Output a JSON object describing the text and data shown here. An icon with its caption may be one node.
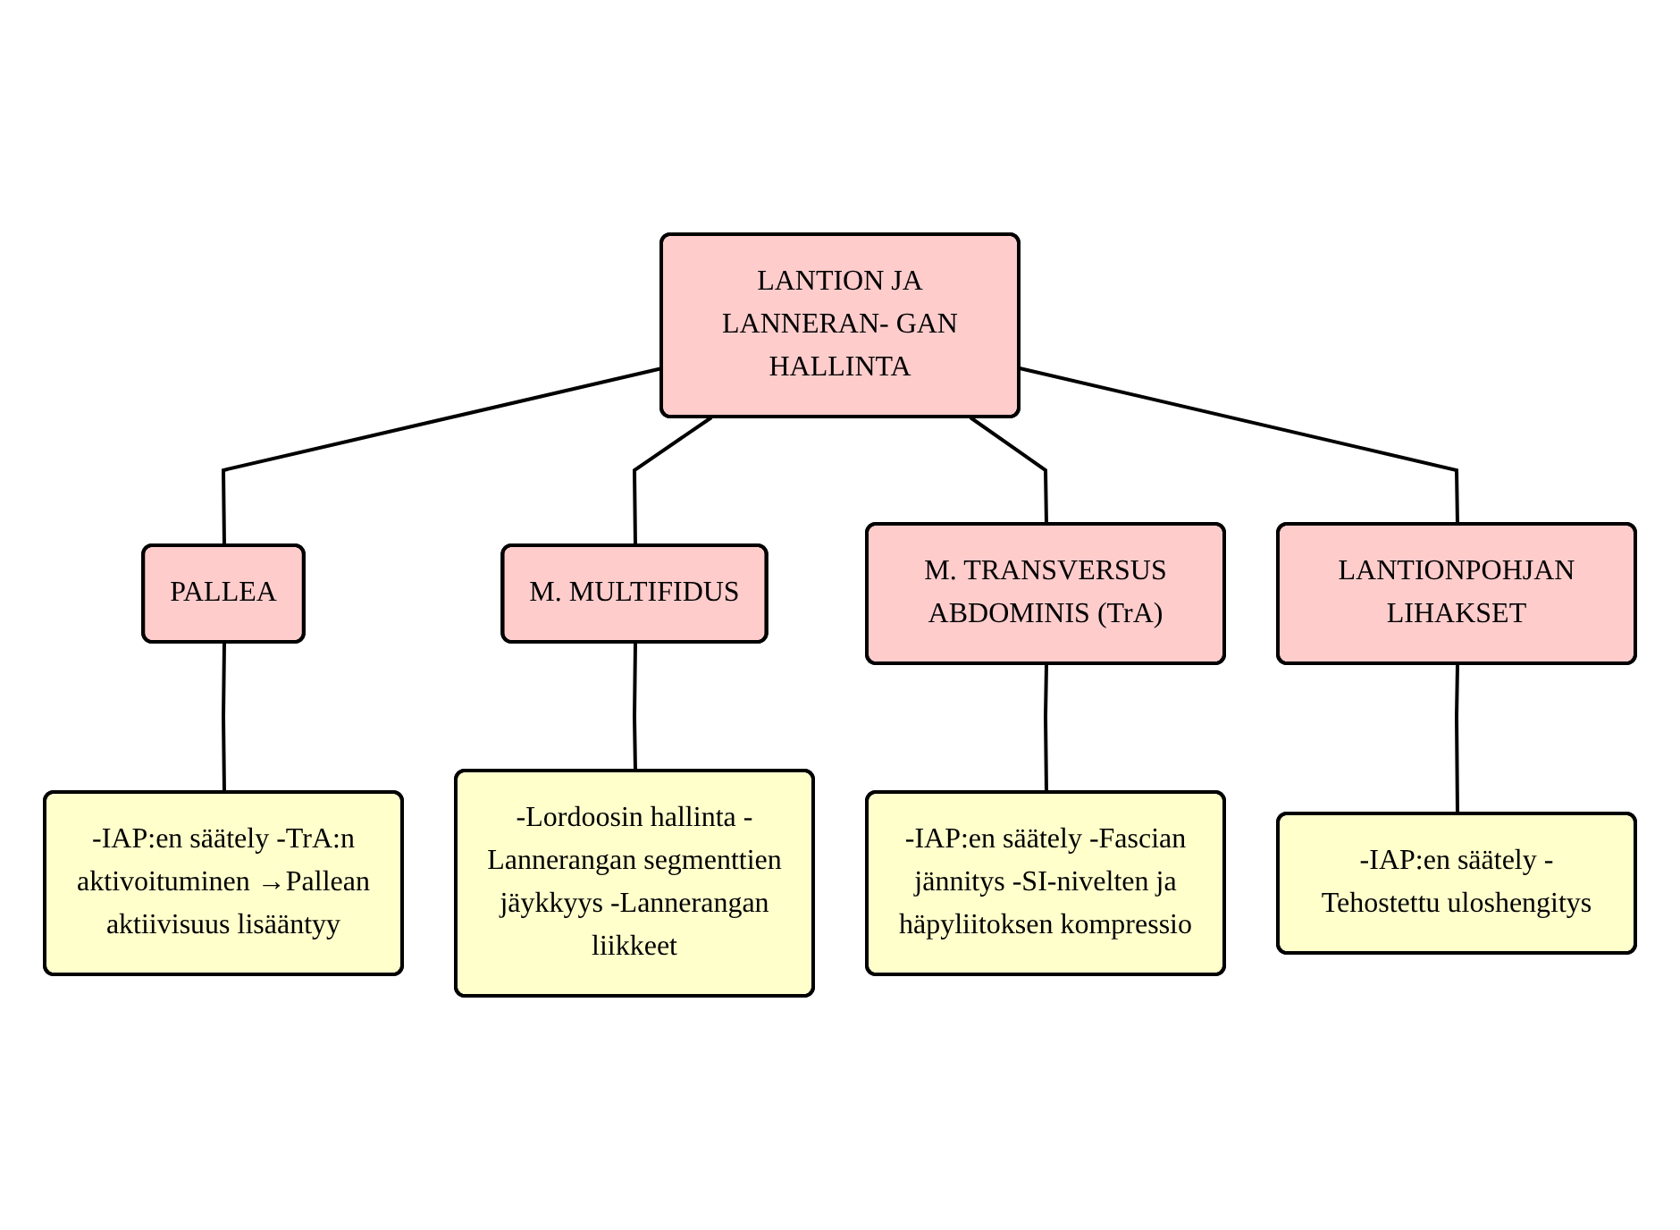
{
  "diagram": {
    "nodes": [
      {
        "text": [
          "LANTION JA LANNERAN- GAN HALLINTA"
        ]
      },
      {
        "text": [
          "PALLEA"
        ]
      },
      {
        "text": [
          "M. MULTIFIDUS"
        ]
      },
      {
        "text": [
          "M. TRANSVERSUS ABDOMINIS (TrA)"
        ]
      },
      {
        "text": [
          "LANTIONPOHJAN LIHAKSET"
        ]
      },
      {
        "text": [
          "-IAP:en säätely -TrA:n aktivoituminen →Pallean aktiivisuus lisääntyy"
        ]
      },
      {
        "text": [
          "-Lordoosin hallinta -Lannerangan segmenttien jäykkyys -Lannerangan liikkeet"
        ]
      },
      {
        "text": [
          "-IAP:en säätely -Fascian jännitys -SI-nivelten ja häpyliitoksen kompressio"
        ]
      },
      {
        "text": [
          "-IAP:en säätely - Tehostettu uloshengitys"
        ]
      }
    ],
    "edges": [
      {
        "from": 0,
        "to": 1,
        "arrow": "none"
      },
      {
        "from": 0,
        "to": 2,
        "arrow": "none"
      },
      {
        "from": 0,
        "to": 3,
        "arrow": "none"
      },
      {
        "from": 0,
        "to": 4,
        "arrow": "none"
      },
      {
        "from": 1,
        "to": 5,
        "arrow": "none"
      },
      {
        "from": 2,
        "to": 6,
        "arrow": "none"
      },
      {
        "from": 3,
        "to": 7,
        "arrow": "none"
      },
      {
        "from": 4,
        "to": 8,
        "arrow": "none"
      }
    ]
  }
}
